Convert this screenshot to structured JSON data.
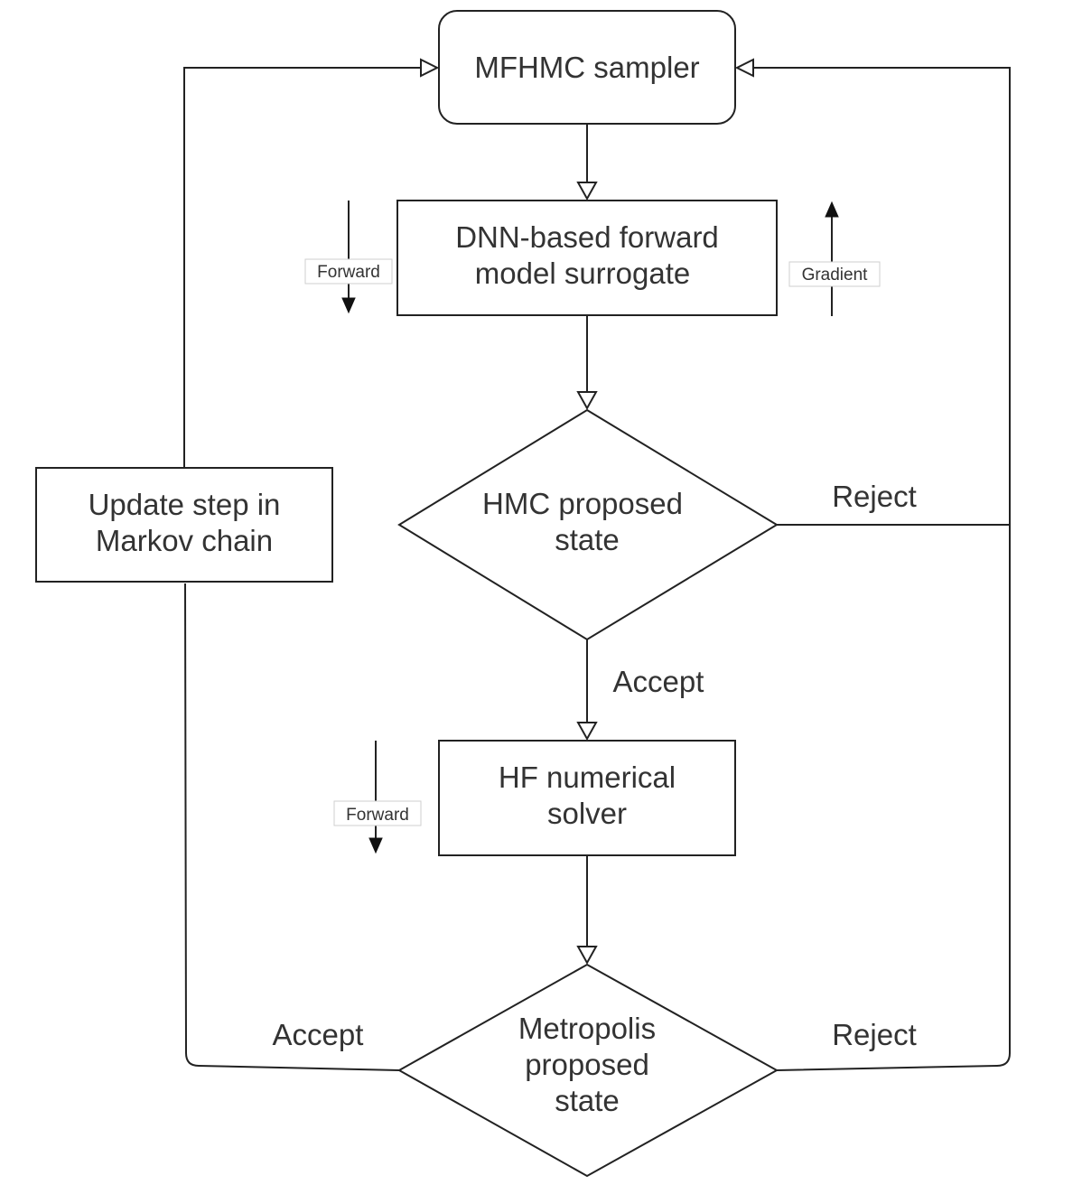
{
  "nodes": {
    "sampler": {
      "label": "MFHMC sampler"
    },
    "surrogate": {
      "line1": "DNN-based forward",
      "line2": "model surrogate"
    },
    "hmc_decision": {
      "line1": "HMC proposed",
      "line2": "state"
    },
    "solver": {
      "line1": "HF numerical",
      "line2": "solver"
    },
    "metropolis_decision": {
      "line1": "Metropolis",
      "line2": "proposed",
      "line3": "state"
    },
    "update": {
      "line1": "Update step in",
      "line2": "Markov chain"
    }
  },
  "edge_labels": {
    "hmc_accept": "Accept",
    "hmc_reject": "Reject",
    "metropolis_accept": "Accept",
    "metropolis_reject": "Reject"
  },
  "side_tags": {
    "surrogate_forward": "Forward",
    "surrogate_gradient": "Gradient",
    "solver_forward": "Forward"
  }
}
